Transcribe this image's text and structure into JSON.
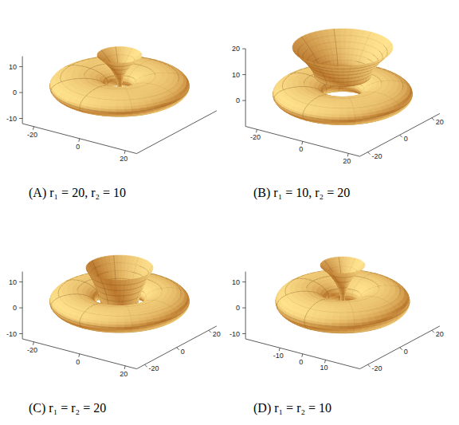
{
  "diagram": {
    "labels": [
      "10",
      "0",
      "-10",
      "-20",
      "0",
      "20",
      "20",
      "10",
      "0",
      "-20",
      "0",
      "20",
      "-20",
      "0",
      "20",
      "(A) r₁ = 20, r₂ = 10",
      "(B) r₁ = 10, r₂ = 20",
      "10",
      "0",
      "-10",
      "-20",
      "0",
      "20",
      "-20",
      "0",
      "20",
      "10",
      "0",
      "-10",
      "-10",
      "0",
      "10",
      "-20",
      "0",
      "20",
      "(C) r₁ = r₂ = 20",
      "(D) r₁ = r₂ = 10"
    ]
  }
}
